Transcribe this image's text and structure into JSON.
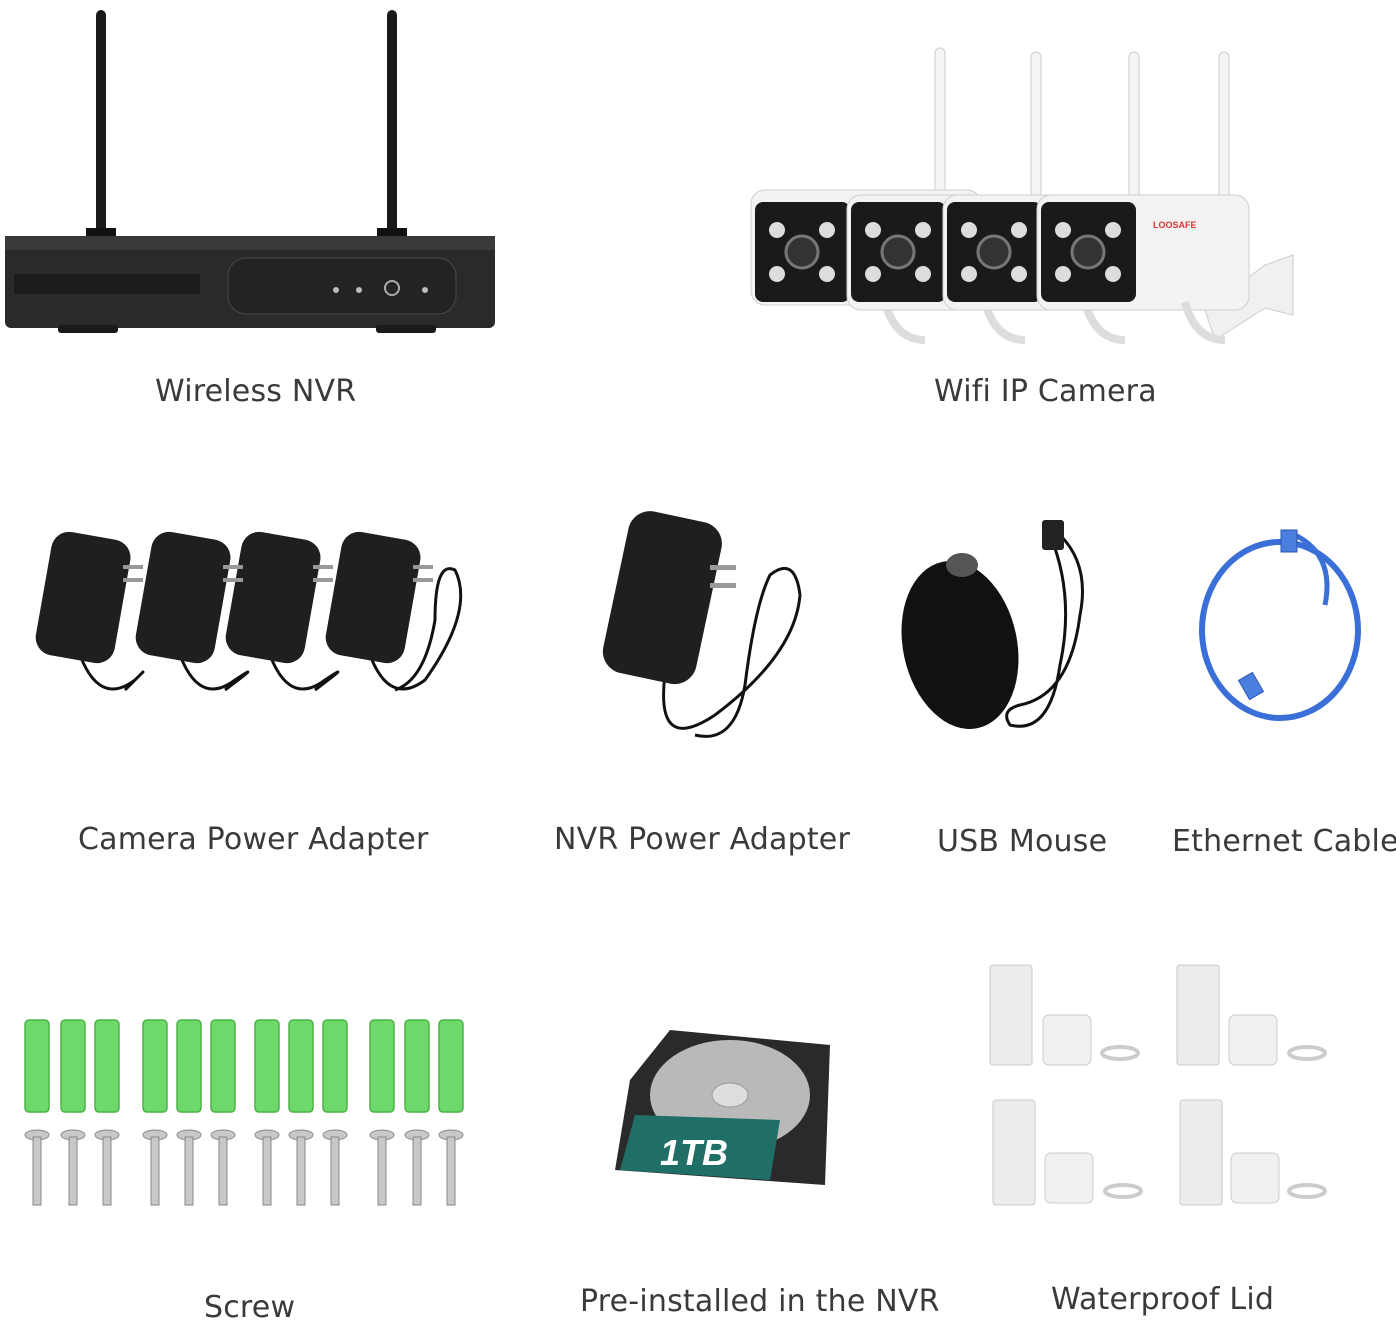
{
  "items": [
    {
      "key": "nvr",
      "label": "Wireless NVR"
    },
    {
      "key": "camera",
      "label": "Wifi IP Camera"
    },
    {
      "key": "camera_adapter",
      "label": "Camera Power Adapter"
    },
    {
      "key": "nvr_adapter",
      "label": "NVR Power Adapter"
    },
    {
      "key": "mouse",
      "label": "USB Mouse"
    },
    {
      "key": "ethernet",
      "label": "Ethernet Cable"
    },
    {
      "key": "screw",
      "label": "Screw"
    },
    {
      "key": "hdd",
      "label": "Pre-installed in the NVR"
    },
    {
      "key": "lid",
      "label": "Waterproof Lid"
    }
  ],
  "camera_brand": "LOOSAFE",
  "hdd_capacity": "1TB",
  "colors": {
    "device_black": "#1e1e1e",
    "camera_white": "#f2f2f2",
    "ethernet_blue": "#3a6fd8",
    "anchor_green": "#6fd86a",
    "hdd_teal": "#1f6f66"
  }
}
